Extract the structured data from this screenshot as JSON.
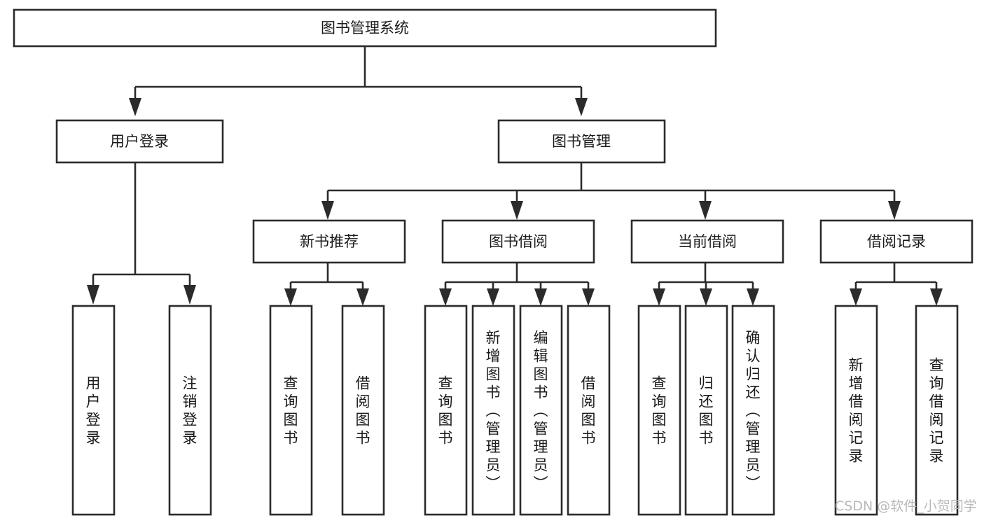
{
  "diagram": {
    "type": "hierarchy-tree",
    "title": "图书管理系统",
    "orientation": "top-down",
    "levels": 4,
    "root": {
      "id": "root",
      "label": "图书管理系统",
      "shape": "rectangle",
      "text_orientation": "horizontal"
    },
    "level2": [
      {
        "id": "user-login",
        "label": "用户登录",
        "text_orientation": "horizontal"
      },
      {
        "id": "book-manage",
        "label": "图书管理",
        "text_orientation": "horizontal"
      }
    ],
    "level3": [
      {
        "id": "new-book-rec",
        "label": "新书推荐",
        "parent": "book-manage",
        "text_orientation": "horizontal"
      },
      {
        "id": "book-borrow",
        "label": "图书借阅",
        "parent": "book-manage",
        "text_orientation": "horizontal"
      },
      {
        "id": "current-borrow",
        "label": "当前借阅",
        "parent": "book-manage",
        "text_orientation": "horizontal"
      },
      {
        "id": "borrow-record",
        "label": "借阅记录",
        "parent": "book-manage",
        "text_orientation": "horizontal"
      }
    ],
    "leaves": {
      "user-login": [
        {
          "id": "leaf-user-login",
          "label": "用户登录"
        },
        {
          "id": "leaf-user-logout",
          "label": "注销登录"
        }
      ],
      "new-book-rec": [
        {
          "id": "leaf-query-book-1",
          "label": "查询图书"
        },
        {
          "id": "leaf-borrow-book-1",
          "label": "借阅图书"
        }
      ],
      "book-borrow": [
        {
          "id": "leaf-query-book-2",
          "label": "查询图书"
        },
        {
          "id": "leaf-add-book",
          "label": "新增图书（管理员）"
        },
        {
          "id": "leaf-edit-book",
          "label": "编辑图书（管理员）"
        },
        {
          "id": "leaf-borrow-book-2",
          "label": "借阅图书"
        }
      ],
      "current-borrow": [
        {
          "id": "leaf-query-book-3",
          "label": "查询图书"
        },
        {
          "id": "leaf-return-book",
          "label": "归还图书"
        },
        {
          "id": "leaf-confirm-return",
          "label": "确认归还（管理员）"
        }
      ],
      "borrow-record": [
        {
          "id": "leaf-add-record",
          "label": "新增借阅记录"
        },
        {
          "id": "leaf-query-record",
          "label": "查询借阅记录"
        }
      ]
    },
    "colors": {
      "stroke": "#2b2b2b",
      "fill": "#ffffff",
      "text": "#1a1a1a",
      "background": "#ffffff",
      "watermark": "#b9b9b9"
    }
  },
  "watermark": {
    "label": "CSDN @软件_小贺同学"
  }
}
